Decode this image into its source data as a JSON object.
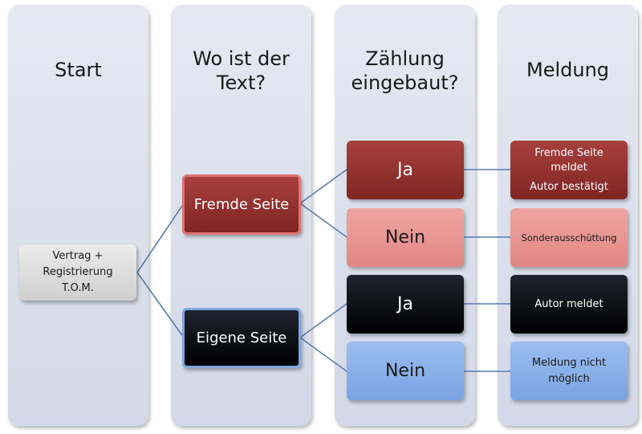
{
  "columns": [
    {
      "title": "Start"
    },
    {
      "title": "Wo ist der\nText?"
    },
    {
      "title": "Zählung\neingebaut?"
    },
    {
      "title": "Meldung"
    }
  ],
  "start_box": {
    "lines": [
      "Vertrag +",
      "Registrierung",
      "T.O.M."
    ]
  },
  "text_location": {
    "fremde": "Fremde Seite",
    "eigene": "Eigene Seite"
  },
  "counting": {
    "fremde_ja": "Ja",
    "fremde_nein": "Nein",
    "eigene_ja": "Ja",
    "eigene_nein": "Nein"
  },
  "report": {
    "fremde_ja_lines": [
      "Fremde Seite",
      "meldet",
      "Autor bestätigt"
    ],
    "fremde_nein": "Sonderausschüttung",
    "eigene_ja": "Autor meldet",
    "eigene_nein_lines": [
      "Meldung nicht",
      "möglich"
    ]
  },
  "colors": {
    "column_bg": "#d9dde9",
    "dark_red": "#8f2f2d",
    "light_red": "#e8928f",
    "black": "#0a0c12",
    "light_blue": "#8bb0e8",
    "connector": "#5b7bb0"
  }
}
